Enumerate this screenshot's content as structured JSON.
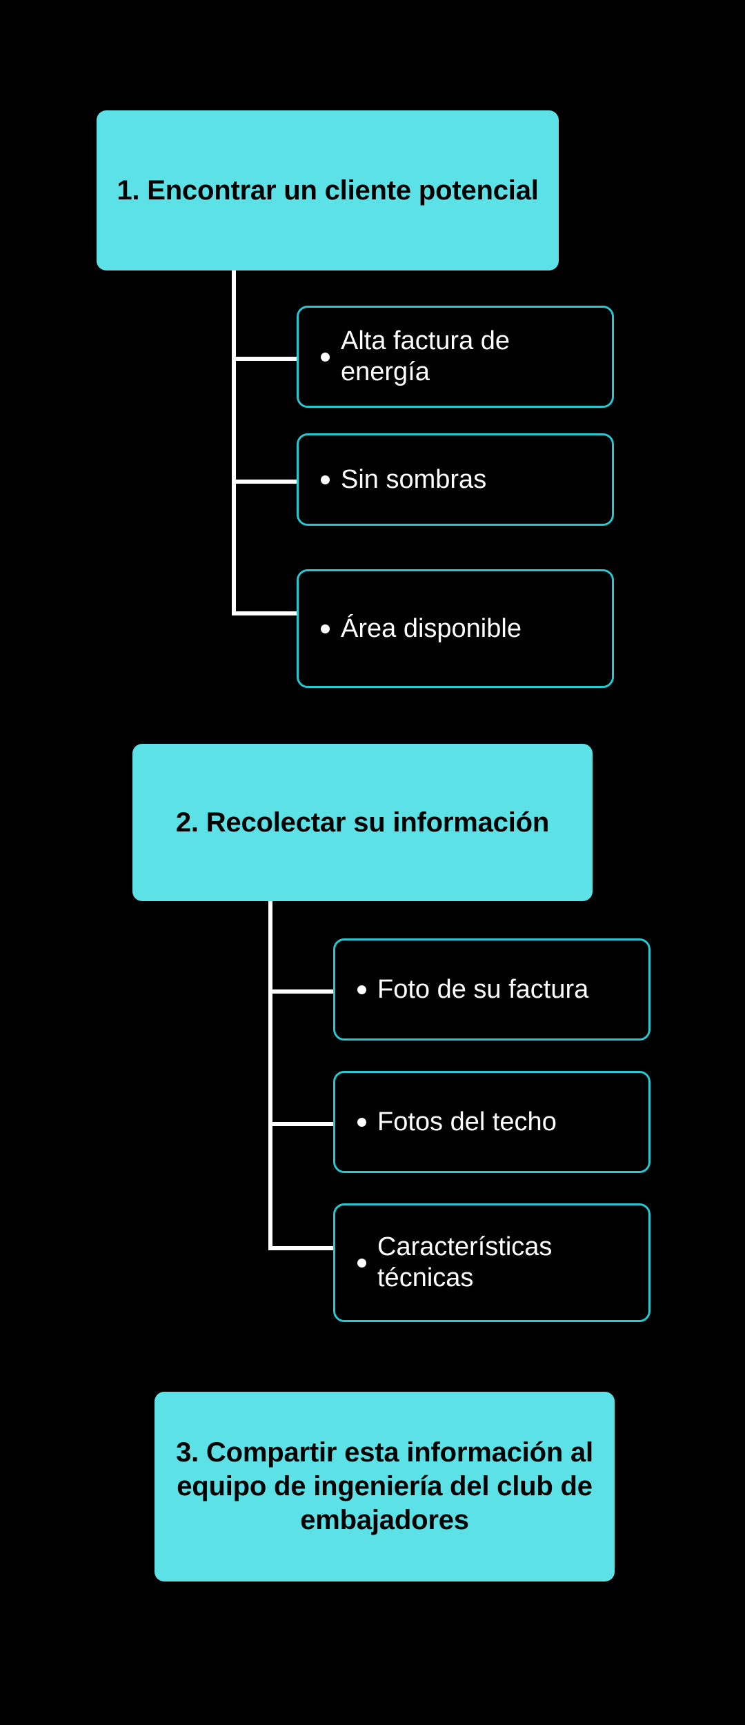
{
  "theme": {
    "background": "#000000",
    "accent": "#5CE1E6",
    "sub_border": "#29C7D1",
    "connector": "#FFFFFF",
    "step_text": "#000000",
    "sub_text": "#FFFFFF"
  },
  "diagram": {
    "type": "flowchart-tree",
    "steps": [
      {
        "id": "step-1",
        "title": "1. Encontrar un cliente potencial",
        "children": [
          {
            "id": "step-1-child-1",
            "label": "Alta factura de energía"
          },
          {
            "id": "step-1-child-2",
            "label": "Sin sombras"
          },
          {
            "id": "step-1-child-3",
            "label": "Área disponible"
          }
        ]
      },
      {
        "id": "step-2",
        "title": "2. Recolectar su información",
        "children": [
          {
            "id": "step-2-child-1",
            "label": "Foto de su factura"
          },
          {
            "id": "step-2-child-2",
            "label": "Fotos del techo"
          },
          {
            "id": "step-2-child-3",
            "label": "Características técnicas"
          }
        ]
      },
      {
        "id": "step-3",
        "title": "3. Compartir esta información al equipo de ingeniería del club de embajadores",
        "children": []
      }
    ]
  }
}
